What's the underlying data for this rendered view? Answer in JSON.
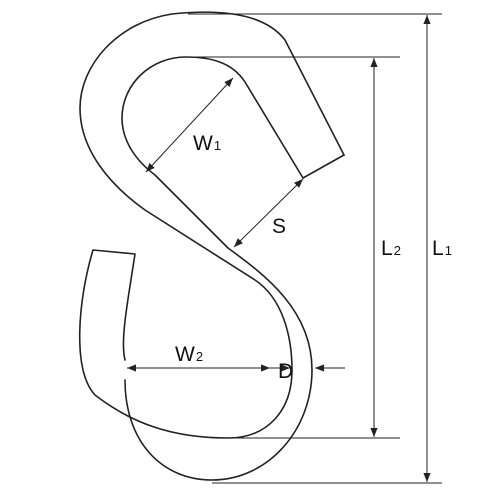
{
  "labels": {
    "w1": "W",
    "w1_sub": "1",
    "s": "S",
    "l2": "L",
    "l2_sub": "2",
    "l1": "L",
    "l1_sub": "1",
    "w2": "W",
    "w2_sub": "2",
    "d": "D"
  },
  "colors": {
    "line": "#222222",
    "background": "#ffffff"
  }
}
